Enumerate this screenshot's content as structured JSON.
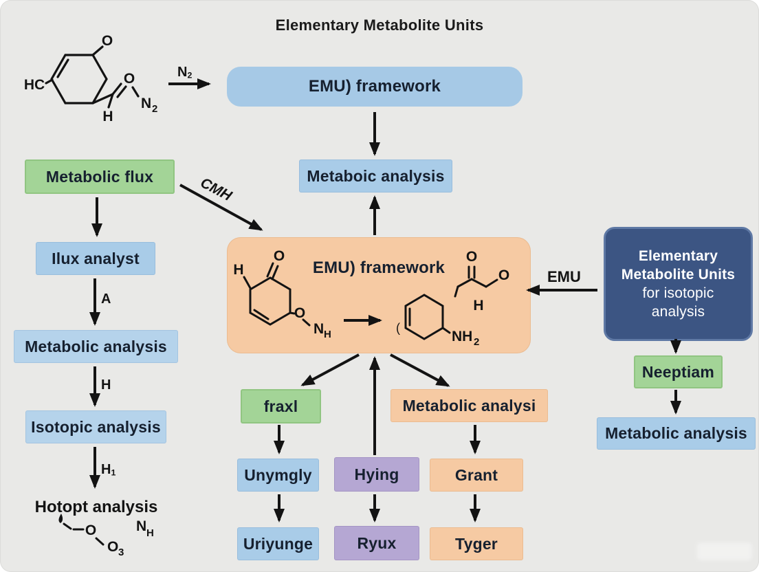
{
  "title": "Elementary Metabolite Units",
  "colors": {
    "background": "#e9e9e7",
    "light_blue": "#a9cce8",
    "blue_top": "#a6c9e6",
    "green": "#a3d497",
    "orange": "#f6caa3",
    "purple": "#b5a7d3",
    "dark_blue": "#3c5583",
    "arrow": "#131313"
  },
  "top_flow": {
    "n2_arrow_label": {
      "base": "N",
      "sub": "2"
    },
    "emu_framework": "EMU) framework",
    "metaboic_analysis": "Metaboic analysis"
  },
  "left_flow": {
    "metabolic_flux": "Metabolic flux",
    "ilux_analyst": "Ilux analyst",
    "label_a": "A",
    "metabolic_analysis": "Metabolic analysis",
    "label_h": "H",
    "isotopic_analysis": "Isotopic analysis",
    "label_h1": {
      "base": "H",
      "sub": "1"
    },
    "hotopt_analysis": "Hotopt analysis",
    "fragment": {
      "o": "O",
      "o3": {
        "base": "O",
        "sub": "3"
      },
      "nh": {
        "base": "N",
        "sub": "H"
      }
    }
  },
  "center_flow": {
    "cmh_label": "CMH",
    "emu_framework": "EMU) framework",
    "left_molecule": {
      "h": "H",
      "o_top": "O",
      "o_link": "O",
      "nh": {
        "base": "N",
        "sub": "H"
      }
    },
    "right_molecule": {
      "paren": "(",
      "nh2": {
        "base": "NH",
        "sub": "2"
      }
    },
    "fragment_molecule": {
      "o_top": "O",
      "o_right": "O",
      "h": "H"
    }
  },
  "top_left_molecule": {
    "o_top": "O",
    "hc": "HC",
    "o_carbonyl": "O",
    "h": "H",
    "n2": {
      "base": "N",
      "sub": "2"
    }
  },
  "right_flow": {
    "emu_arrow_label": "EMU",
    "dark_box": {
      "line1": "Elementary",
      "line2": "Metabolite Units",
      "line3": "for isotopic",
      "line4": "analysis"
    },
    "neeptiam": "Neeptiam",
    "metabolic_analysis": "Metabolic analysis"
  },
  "bottom_flow": {
    "fraxl": "fraxl",
    "metabolic_analysi": "Metabolic analysi",
    "unymgly": "Unymgly",
    "hying": "Hying",
    "grant": "Grant",
    "uriyunge": "Uriyunge",
    "ryux": "Ryux",
    "tyger": "Tyger"
  }
}
